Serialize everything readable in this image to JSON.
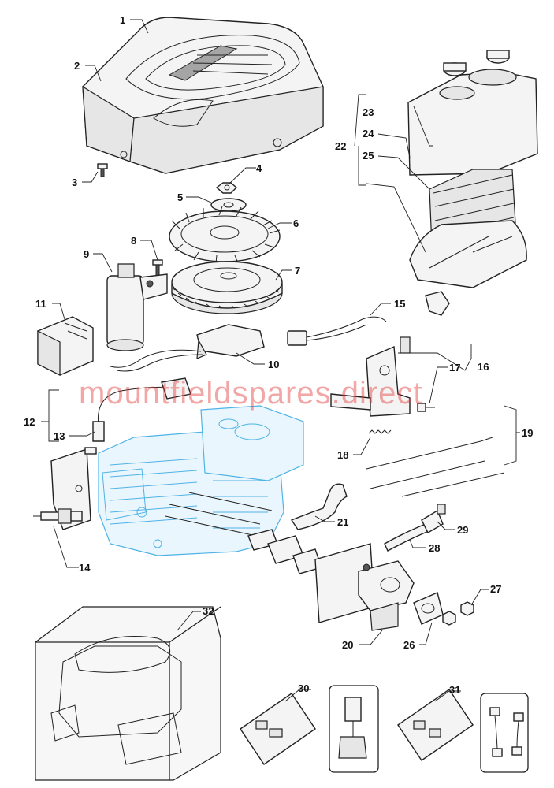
{
  "watermark": "mountfieldspares.direct",
  "callouts": [
    {
      "id": "c1",
      "label": "1"
    },
    {
      "id": "c2",
      "label": "2"
    },
    {
      "id": "c3",
      "label": "3"
    },
    {
      "id": "c4",
      "label": "4"
    },
    {
      "id": "c5",
      "label": "5"
    },
    {
      "id": "c6",
      "label": "6"
    },
    {
      "id": "c7",
      "label": "7"
    },
    {
      "id": "c8",
      "label": "8"
    },
    {
      "id": "c9",
      "label": "9"
    },
    {
      "id": "c10",
      "label": "10"
    },
    {
      "id": "c11",
      "label": "11"
    },
    {
      "id": "c12",
      "label": "12"
    },
    {
      "id": "c13",
      "label": "13"
    },
    {
      "id": "c14",
      "label": "14"
    },
    {
      "id": "c15",
      "label": "15"
    },
    {
      "id": "c16",
      "label": "16"
    },
    {
      "id": "c17",
      "label": "17"
    },
    {
      "id": "c18",
      "label": "18"
    },
    {
      "id": "c19",
      "label": "19"
    },
    {
      "id": "c20",
      "label": "20"
    },
    {
      "id": "c21",
      "label": "21"
    },
    {
      "id": "c22",
      "label": "22"
    },
    {
      "id": "c23",
      "label": "23"
    },
    {
      "id": "c24",
      "label": "24"
    },
    {
      "id": "c25",
      "label": "25"
    },
    {
      "id": "c26",
      "label": "26"
    },
    {
      "id": "c27",
      "label": "27"
    },
    {
      "id": "c28",
      "label": "28"
    },
    {
      "id": "c29",
      "label": "29"
    },
    {
      "id": "c30",
      "label": "30"
    },
    {
      "id": "c31",
      "label": "31"
    },
    {
      "id": "c32",
      "label": "32"
    }
  ]
}
